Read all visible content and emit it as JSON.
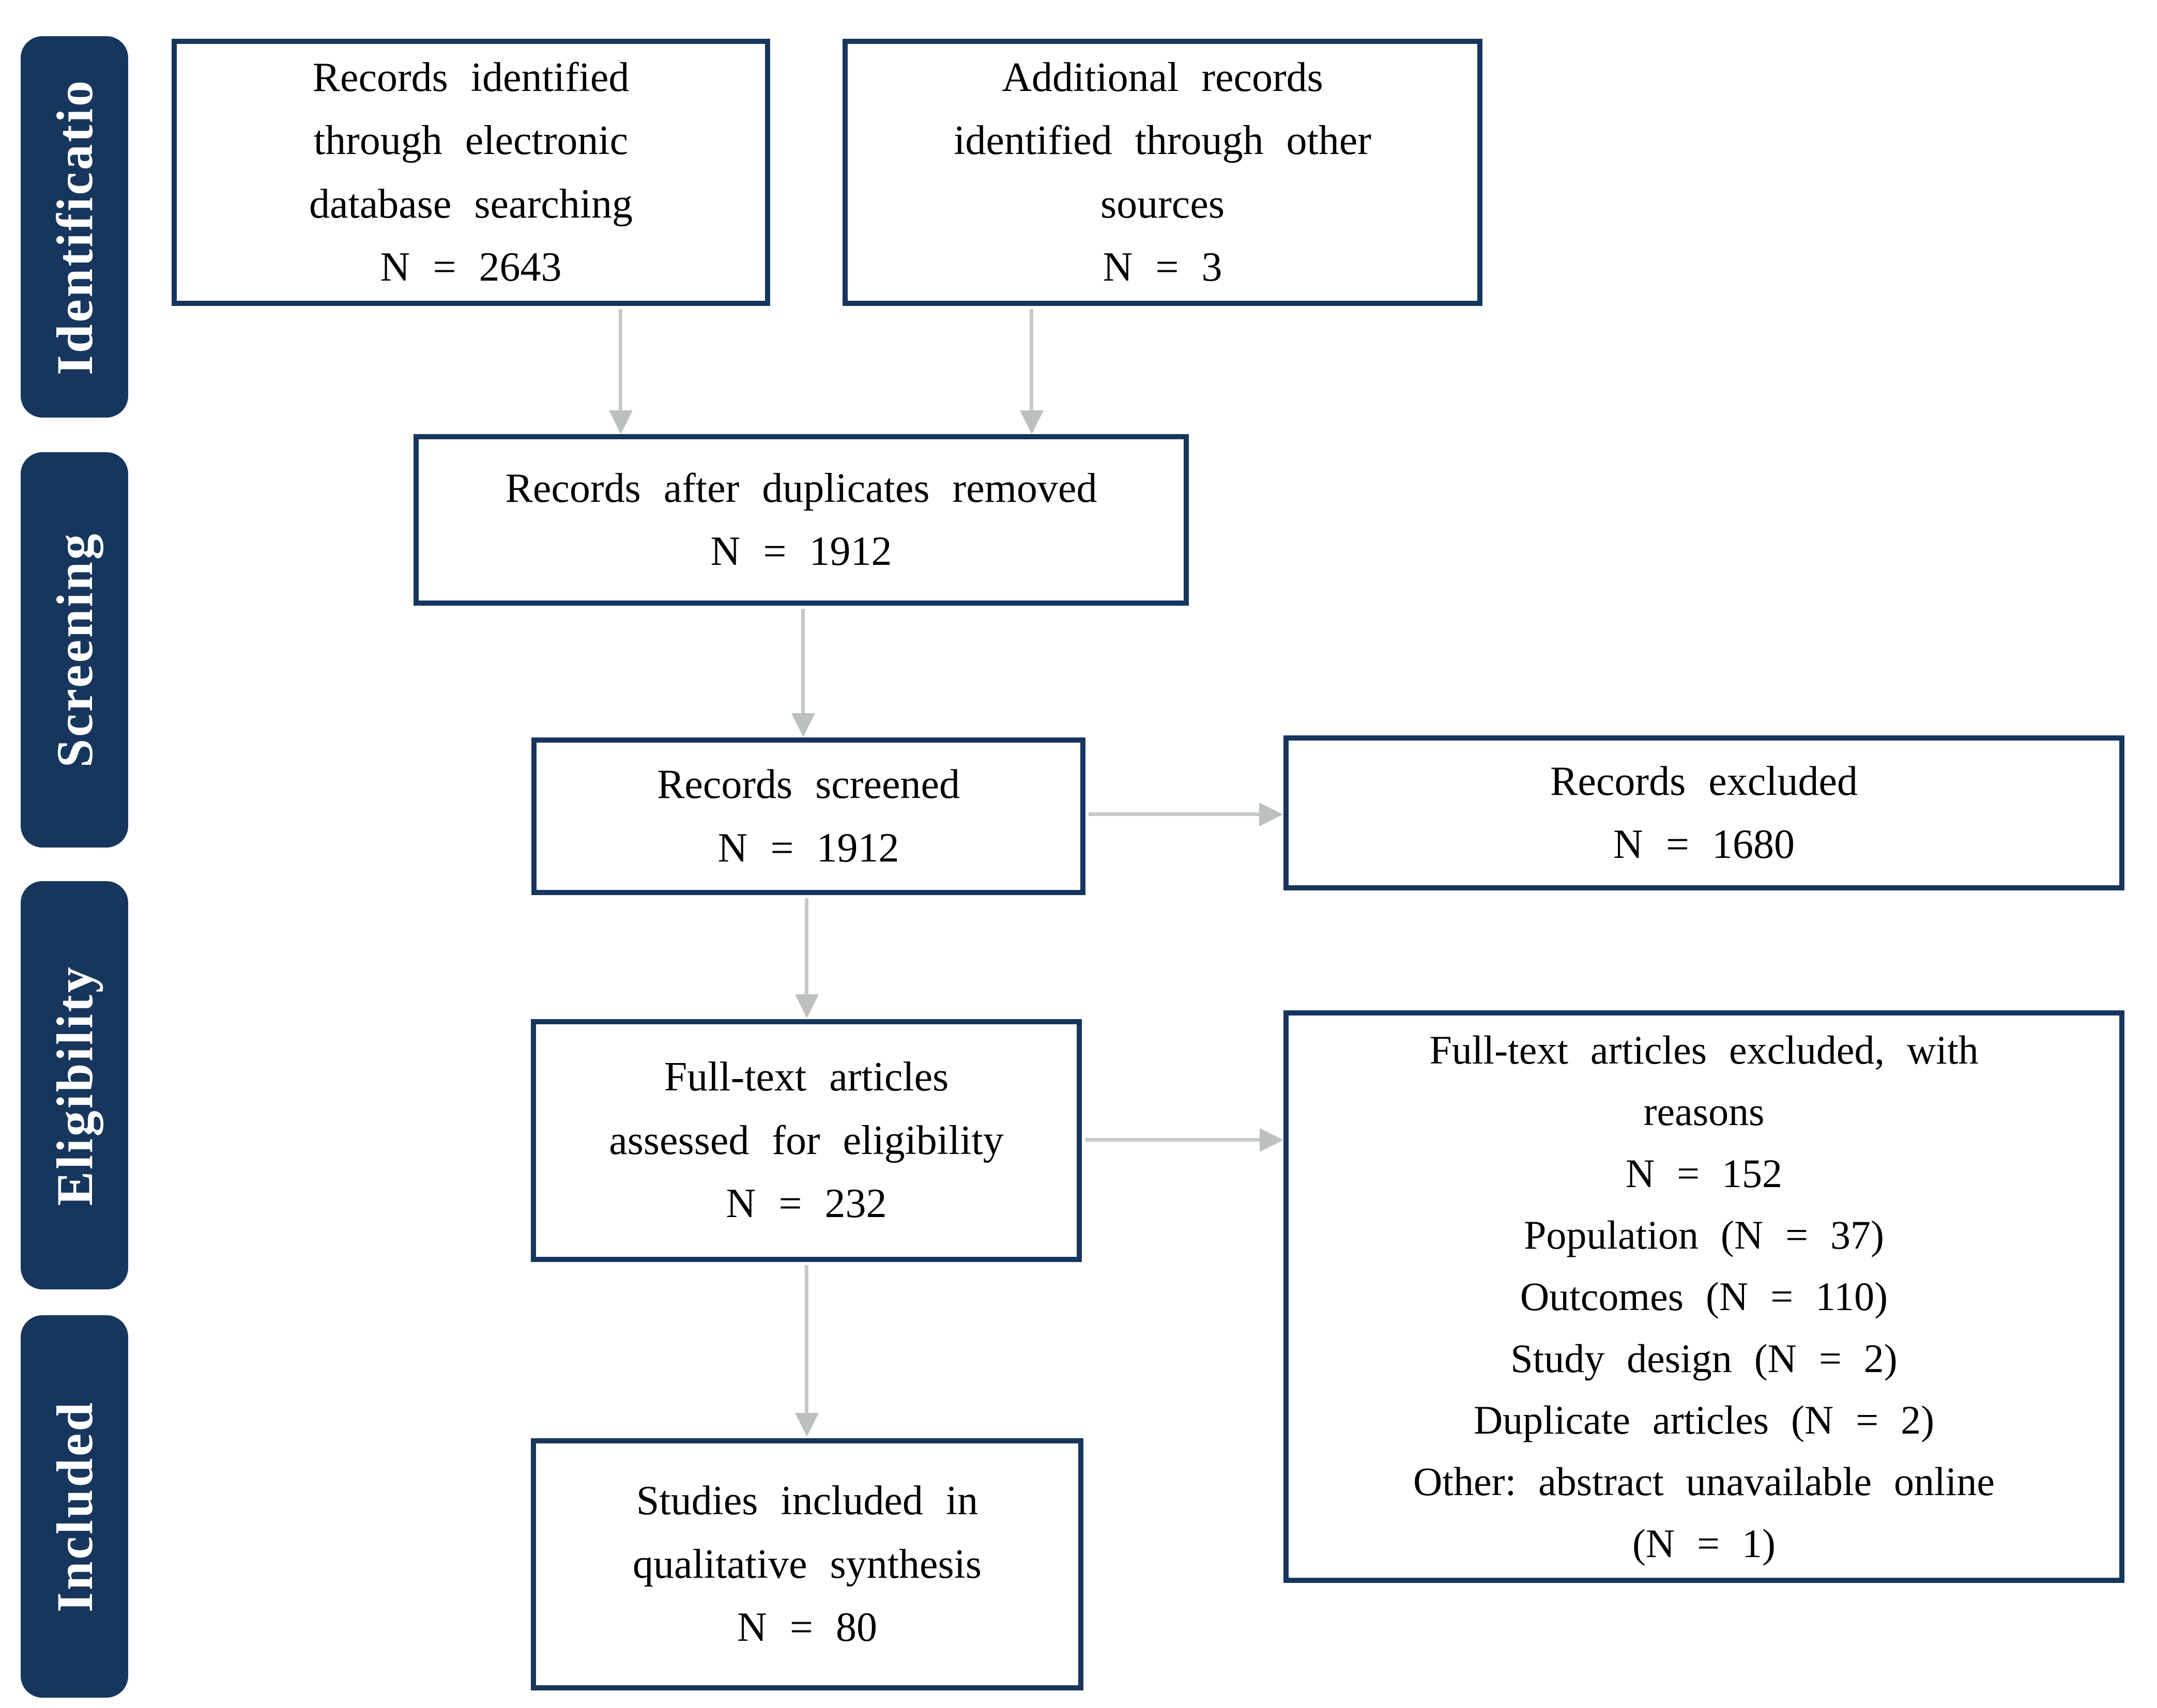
{
  "figure": {
    "colors": {
      "navy": "#17365D",
      "arrow_gray": "#C6C8C8",
      "text": "#000000",
      "background": "#FFFFFF"
    },
    "stages": [
      {
        "label": "Identificatio"
      },
      {
        "label": "Screening"
      },
      {
        "label": "Eligibility"
      },
      {
        "label": "Included"
      }
    ],
    "boxes": {
      "records_identified": {
        "text": "Records identified\nthrough electronic\ndatabase searching\nN = 2643",
        "n": "2643"
      },
      "additional_records": {
        "text": "Additional records\nidentified through other\nsources\nN = 3",
        "n": "3"
      },
      "duplicates_removed": {
        "text": "Records after duplicates removed\nN = 1912",
        "n": "1912"
      },
      "records_screened": {
        "text": "Records screened\nN = 1912",
        "n": "1912"
      },
      "records_excluded": {
        "text": "Records excluded\nN = 1680",
        "n": "1680"
      },
      "fulltext_assessed": {
        "text": "Full-text articles\nassessed for eligibility\nN = 232",
        "n": "232"
      },
      "fulltext_excluded": {
        "text": "Full-text articles excluded, with\nreasons\nN = 152\nPopulation (N = 37)\nOutcomes (N = 110)\nStudy design (N = 2)\nDuplicate articles (N = 2)\nOther: abstract unavailable online\n(N = 1)",
        "n": "152"
      },
      "studies_included": {
        "text": "Studies included in\nqualitative synthesis\nN = 80",
        "n": "80"
      }
    },
    "flows": [
      {
        "from": "records_identified",
        "to": "duplicates_removed"
      },
      {
        "from": "additional_records",
        "to": "duplicates_removed"
      },
      {
        "from": "duplicates_removed",
        "to": "records_screened"
      },
      {
        "from": "records_screened",
        "to": "records_excluded"
      },
      {
        "from": "records_screened",
        "to": "fulltext_assessed"
      },
      {
        "from": "fulltext_assessed",
        "to": "fulltext_excluded"
      },
      {
        "from": "fulltext_assessed",
        "to": "studies_included"
      }
    ]
  }
}
